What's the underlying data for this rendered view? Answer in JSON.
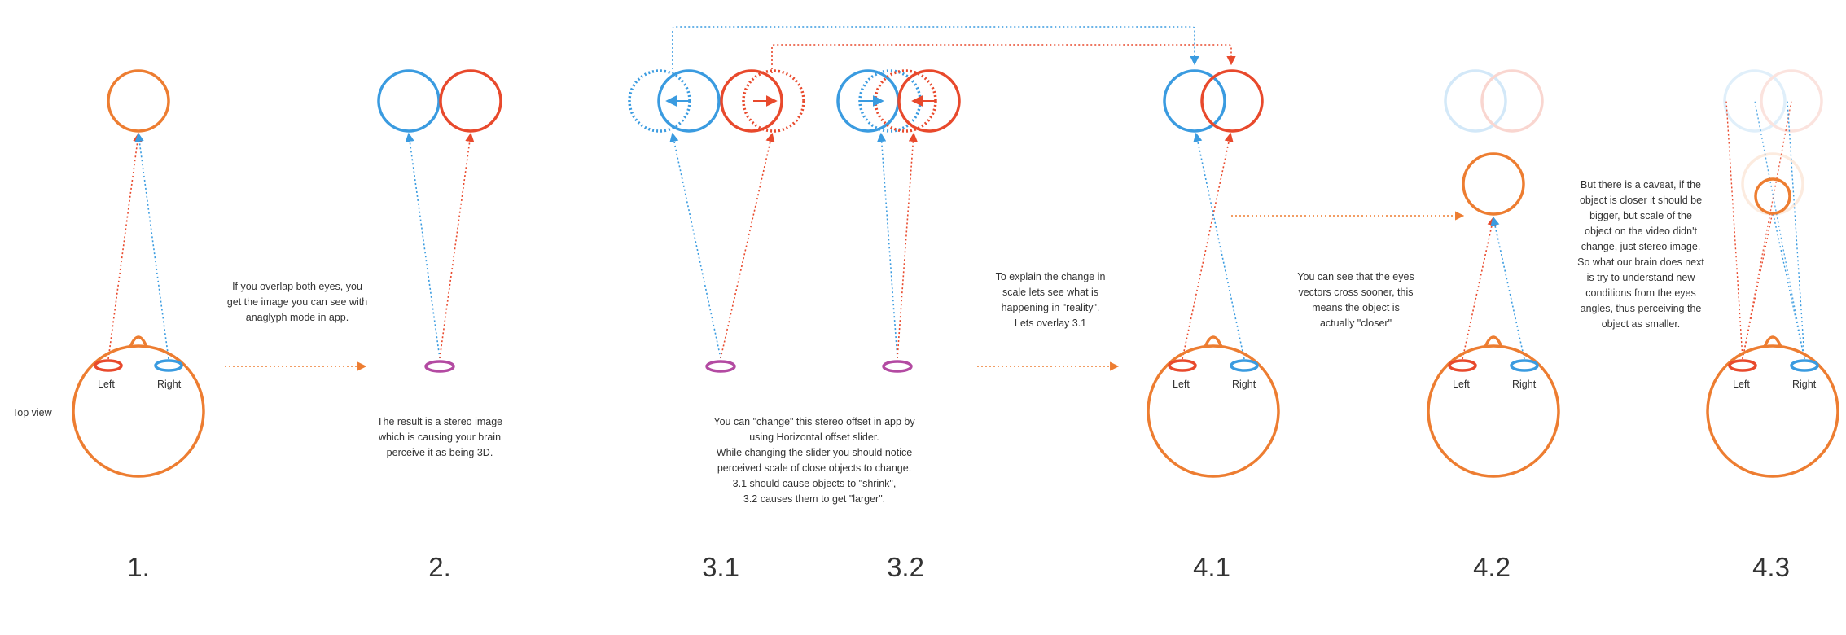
{
  "colors": {
    "orange": "#ED7D31",
    "red": "#E8492C",
    "blue": "#3A9BE0",
    "purple": "#B34AA2",
    "text": "#333333"
  },
  "labels": {
    "top_view": "Top view",
    "left": "Left",
    "right": "Right"
  },
  "steps": [
    "1.",
    "2.",
    "3.1",
    "3.2",
    "4.1",
    "4.2",
    "4.3"
  ],
  "notes": {
    "overlap": "If you overlap both eyes, you\nget the image you can see with\nanaglyph mode in app.",
    "stereo": "The result is a stereo image\nwhich is causing your brain\nperceive it as being 3D.",
    "slider": "You can \"change\" this stereo offset in app by\nusing Horizontal offset slider.\nWhile changing the slider you should notice\nperceived scale of close objects to change.\n3.1 should cause objects to \"shrink\",\n3.2 causes them to get \"larger\".",
    "explain": "To explain the change in\nscale lets see what is\nhappening in \"reality\".\nLets overlay 3.1",
    "closer": "You can see that the eyes\nvectors cross sooner, this\nmeans the object is\nactually \"closer\"",
    "caveat": "But there is a caveat, if the\nobject is closer it should be\nbigger, but scale of the\nobject on the video didn't\nchange, just stereo image.\nSo what our brain does next\nis try to understand new\nconditions from the eyes\nangles, thus perceiving the\nobject as smaller."
  }
}
